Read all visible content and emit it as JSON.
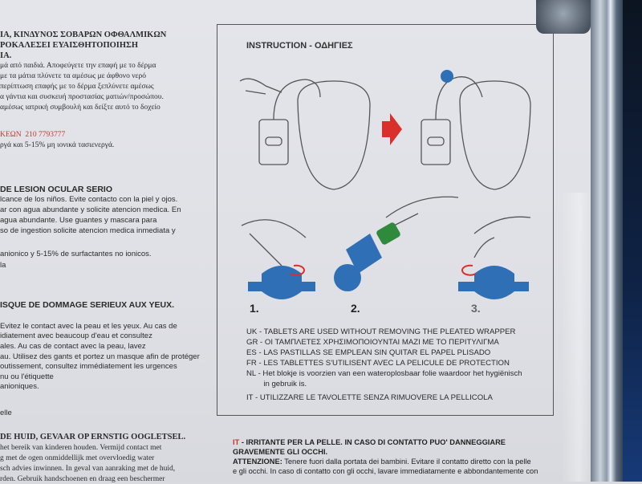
{
  "greek_section": {
    "heading_lines": [
      "ΙΑ, ΚΙΝΔΥΝΟΣ ΣΟΒΑΡΩΝ ΟΦΘΑΛΜΙΚΩΝ",
      "ΡΟΚΑΛΕΣΕΙ ΕΥΑΙΣΘΗΤΟΠΟΙΗΣΗ",
      "ΙΑ."
    ],
    "body_lines": [
      "μά από παιδιά. Αποφεύγετε την επαφή με το δέρμα",
      "με τα μάτια πλύνετε τα αμέσως με άφθονο νερό",
      "περίπτωση επαφής με το δέρμα ξεπλύνετε αμέσως",
      "α γάντια και συσκευή προστασίας ματιών/προσώπου.",
      "αμέσως ιατρική συμβουλή και δείξτε αυτό το δοχείο"
    ],
    "phone_label": "ΚΕΩΝ",
    "phone": "210 7793777",
    "composition": "ργά και 5-15% μη ιονικά τασιενεργά."
  },
  "spanish_section": {
    "heading": "DE LESION OCULAR SERIO",
    "body_lines": [
      "lcance de los niños. Evite contacto con la piel y ojos.",
      "ar con agua abundante y solicite atencion medica. En",
      "agua abundante. Use guantes y mascara para",
      "so de ingestion solicite atencion medica inmediata y"
    ],
    "composition": "anionico y 5-15% de surfactantes no ionicos.",
    "tail": "la"
  },
  "french_section": {
    "heading": "ISQUE DE DOMMAGE SERIEUX AUX YEUX.",
    "body_lines": [
      "Evitez le contact avec la peau et les yeux. Au cas de",
      "idiatement avec beaucoup d'eau et consultez",
      "ales. Au cas de contact avec la peau, lavez",
      "au. Utilisez des gants et portez un masque afin de protéger",
      "outissement, consultez immédiatement les urgences",
      "nu ou l'étiquette",
      "anioniques."
    ],
    "tail": "elle"
  },
  "dutch_section": {
    "heading": "DE HUID, GEVAAR OP ERNSTIG OOGLETSEL.",
    "body_lines": [
      "het bereik van kinderen houden. Vermijd contact met",
      "g met de ogen onmiddellijk met overvloedig water",
      "sch advies inwinnen. In geval van aanraking met de huid,",
      "rden. Gebruik handschoenen en draag een beschermer"
    ]
  },
  "instruction_box": {
    "title": "INSTRUCTION - ΟΔΗΓΙΕΣ",
    "steps": [
      "1.",
      "2.",
      "3."
    ],
    "lines": [
      "UK - TABLETS ARE USED WITHOUT REMOVING THE PLEATED WRAPPER",
      "GR - ΟΙ ΤΑΜΠΛΕΤΕΣ ΧΡΗΣΙΜΟΠΟΙΟΥΝΤΑΙ ΜΑΖΙ ΜΕ ΤΟ ΠΕΡΙΤΥΛΙΓΜΑ",
      "ES - LAS PASTILLAS SE EMPLEAN SIN QUITAR EL PAPEL PLISADO",
      "FR - LES TABLETTES S'UTILISENT AVEC LA PELICULE DE PROTECTION",
      "NL - Het blokje is voorzien van een wateroplosbaar folie waardoor het hygiënisch",
      "        in gebruik is.",
      "IT -  UTILIZZARE LE TAVOLETTE SENZA RIMUOVERE LA PELLICOLA"
    ]
  },
  "italian_section": {
    "prefix": "IT",
    "heading": " - IRRITANTE PER LA PELLE. IN CASO DI CONTATTO PUO' DANNEGGIARE",
    "heading2": "GRAVEMENTE GLI OCCHI.",
    "attention_label": "ATTENZIONE:",
    "attention_text": " Tenere fuori dalla portata dei bambini. Evitare il contatto diretto con la pelle",
    "line2": "e gli occhi. In caso di contatto con gli occhi, lavare immediatamente e abbondantemente con"
  },
  "colors": {
    "accent_blue": "#2f6fb5",
    "arrow_red": "#d9302b",
    "cap_green": "#2f8a3c",
    "warning_red": "#c0392b"
  }
}
